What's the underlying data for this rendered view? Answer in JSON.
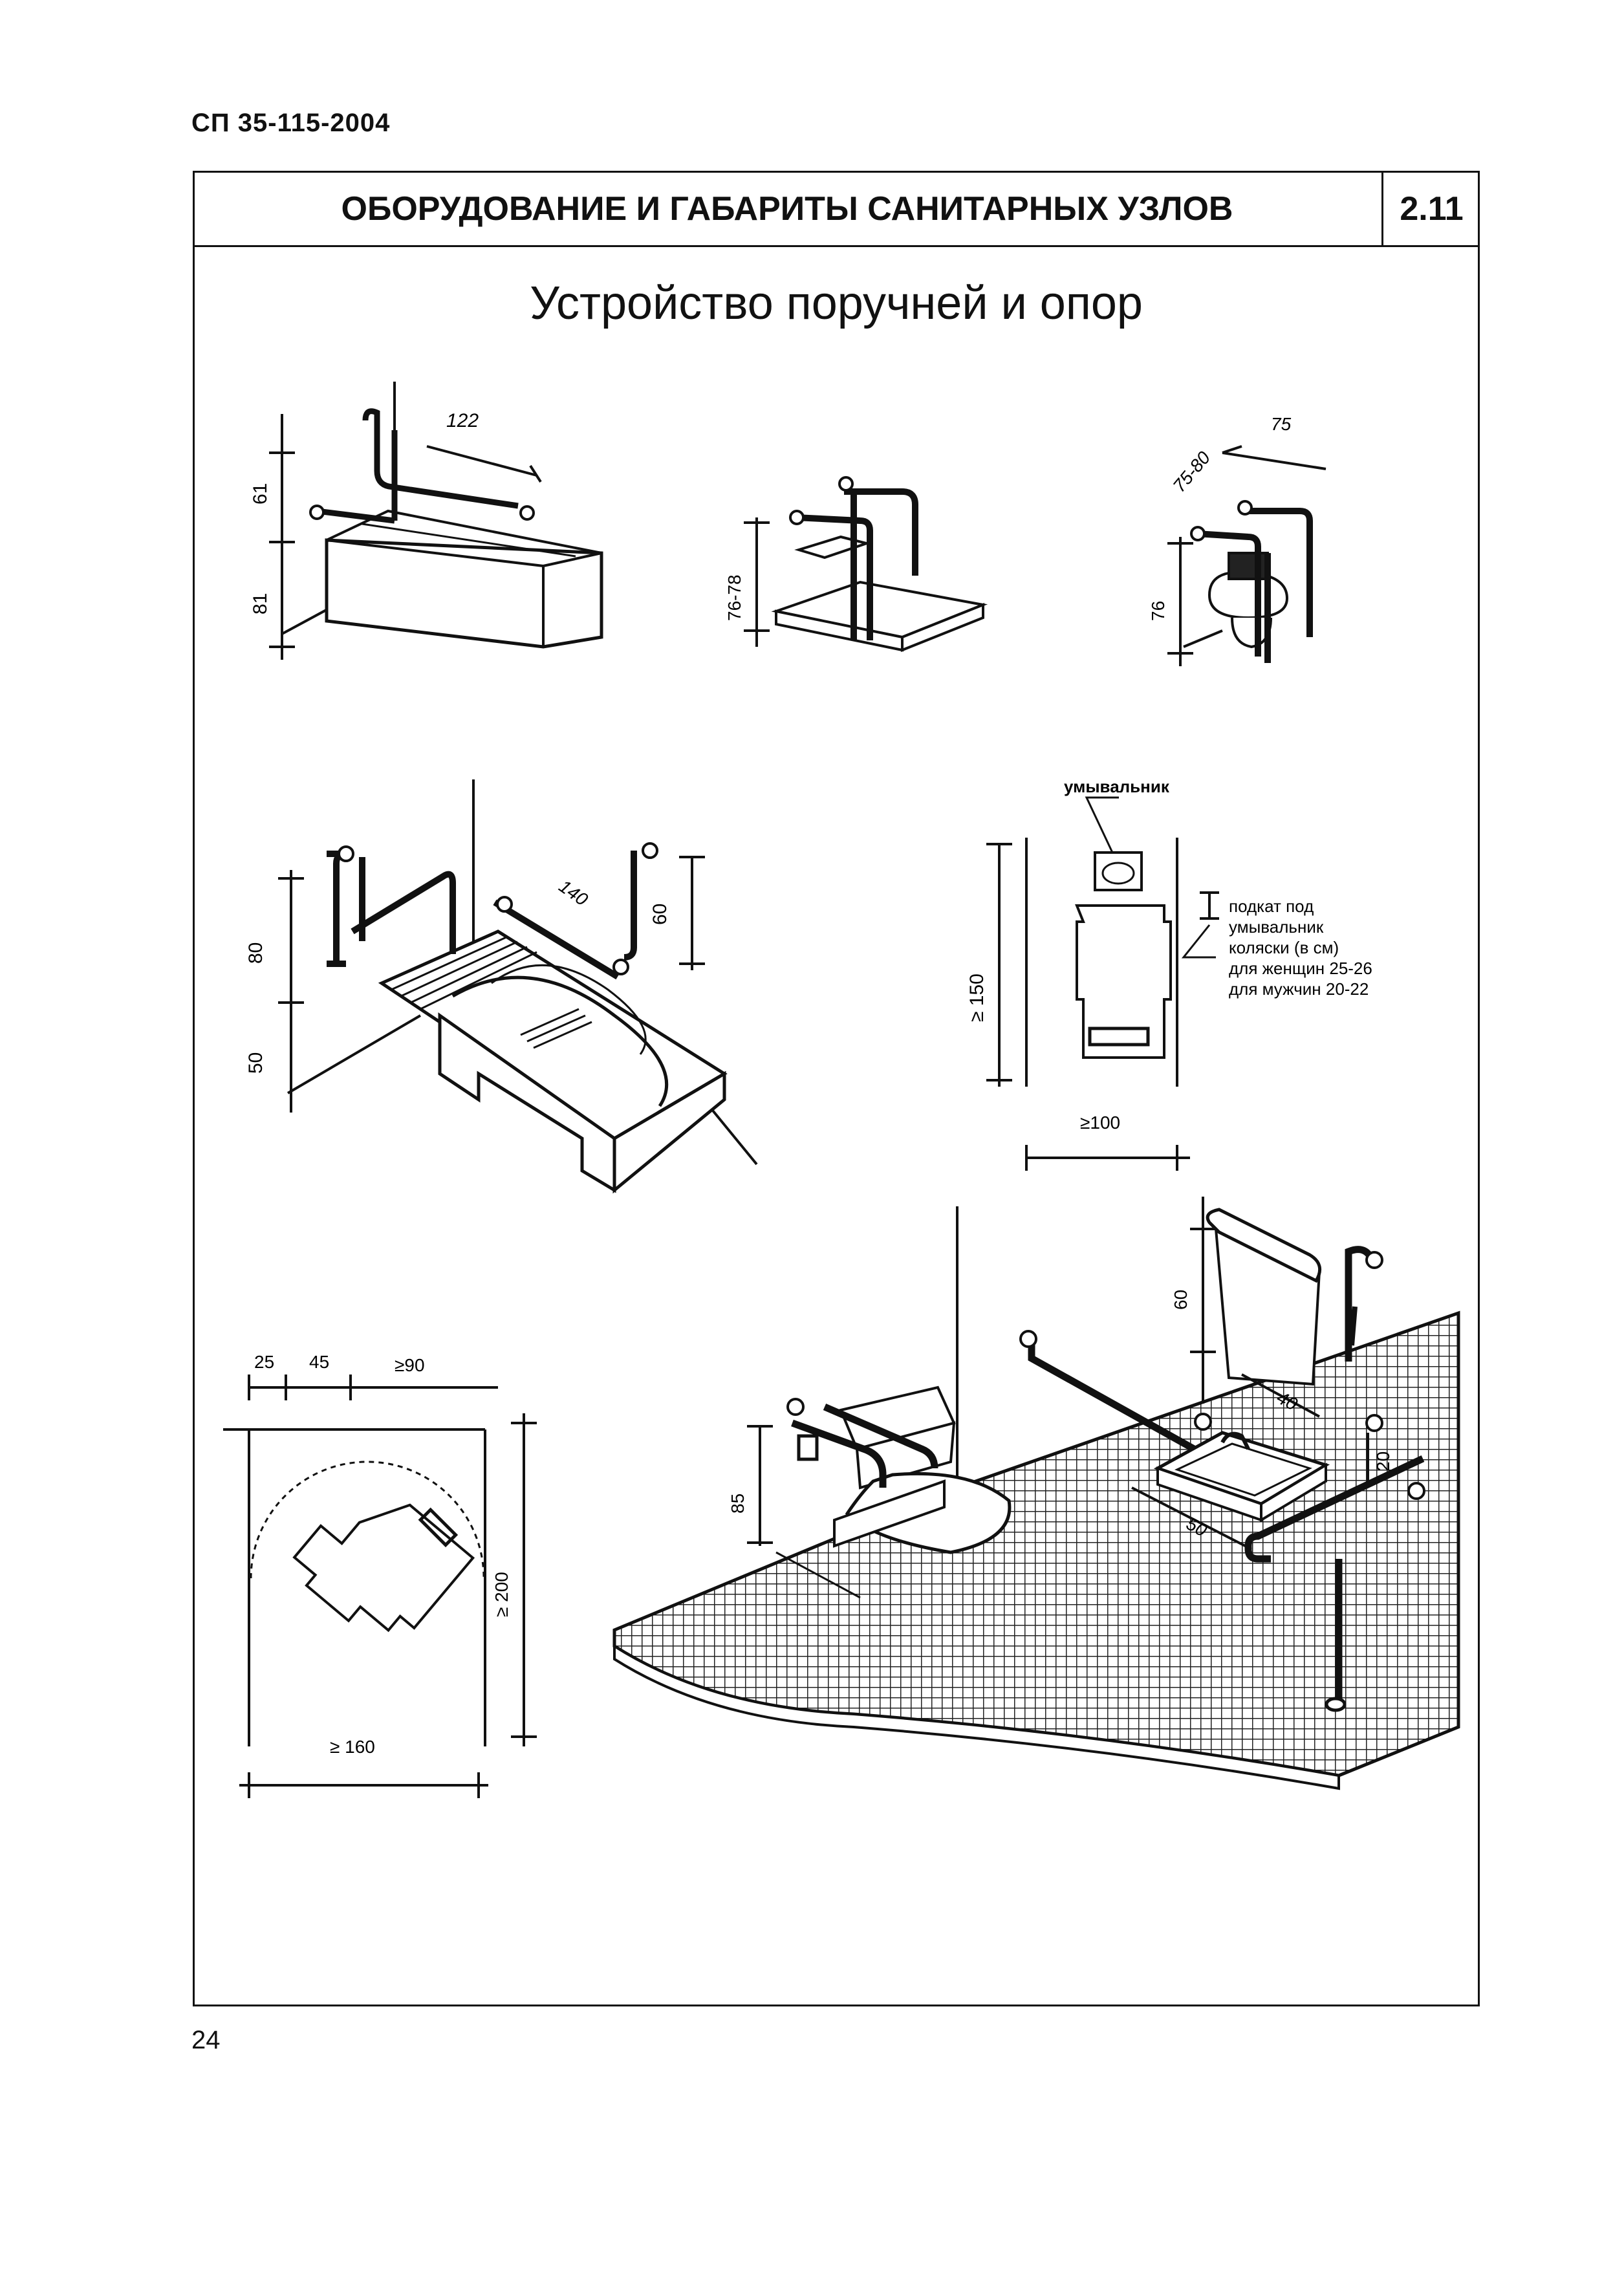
{
  "header": {
    "doc_code": "СП 35-115-2004",
    "sheet_title": "ОБОРУДОВАНИЕ И ГАБАРИТЫ САНИТАРНЫХ УЗЛОВ",
    "sheet_number": "2.11",
    "subtitle": "Устройство поручней и опор"
  },
  "fig_bath": {
    "dim_height_top": "61",
    "dim_height_bottom": "81",
    "dim_length": "122"
  },
  "fig_shower": {
    "dim_height": "76-78"
  },
  "fig_toilet": {
    "dim_diag": "75-80",
    "dim_width": "75",
    "dim_height": "76"
  },
  "fig_bath_seat": {
    "dim_upper": "80",
    "dim_lower": "50",
    "dim_length": "140",
    "dim_height": "60"
  },
  "fig_plan_sink": {
    "sink_label": "умывальник",
    "dim_length": "≥ 150",
    "dim_width": "≥100",
    "note_lines": [
      "подкат под",
      "умывальник",
      "коляски (в см)",
      "для женщин 25-26",
      "для мужчин 20-22"
    ]
  },
  "fig_plan_turn": {
    "dim_a": "25",
    "dim_b": "45",
    "dim_c": "≥90",
    "dim_depth": "≥ 200",
    "dim_width": "≥ 160"
  },
  "fig_room": {
    "dim_mirror": "60",
    "dim_mirror_w": "40",
    "dim_sink_gap": "20",
    "dim_sink_w": "50",
    "dim_toilet_h": "85"
  },
  "footer": {
    "page_number": "24"
  }
}
